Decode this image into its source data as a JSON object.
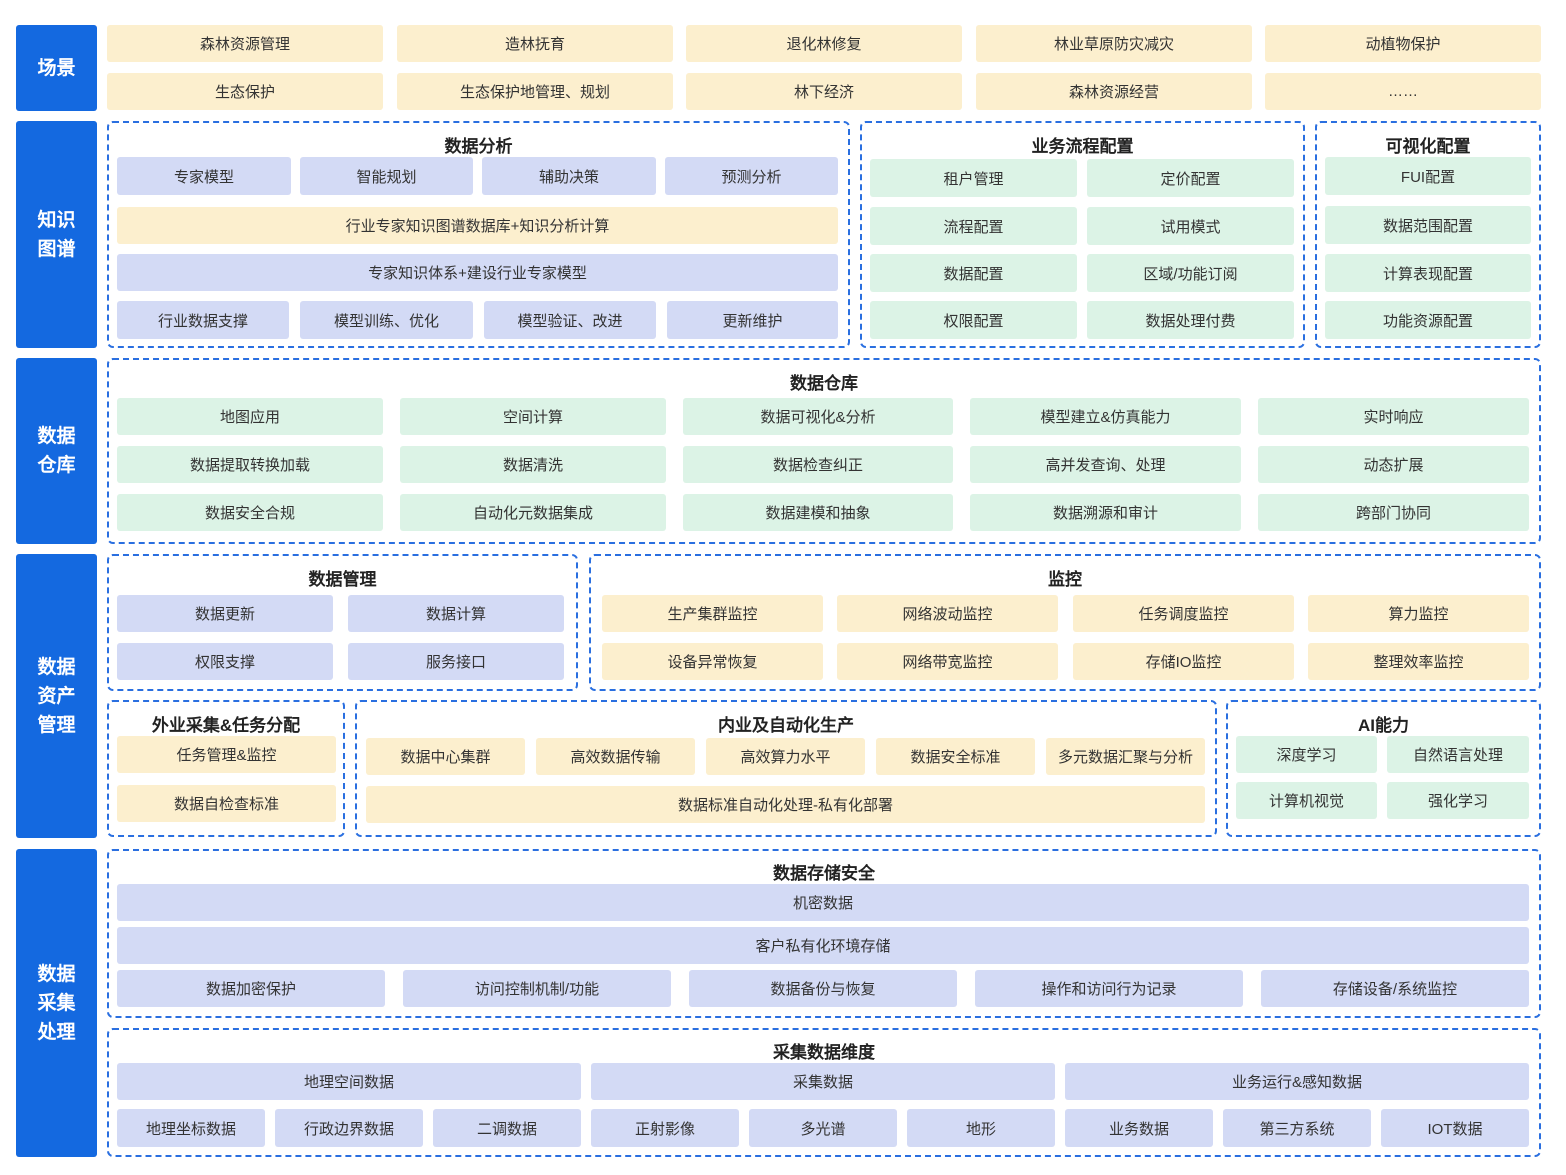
{
  "layers": [
    {
      "key": "scene",
      "label": "场景"
    },
    {
      "key": "knowledge",
      "label": "知识\n图谱"
    },
    {
      "key": "warehouse",
      "label": "数据\n仓库"
    },
    {
      "key": "asset",
      "label": "数据\n资产\n管理"
    },
    {
      "key": "collect",
      "label": "数据\n采集\n处理"
    }
  ],
  "scene": {
    "row1": [
      "森林资源管理",
      "造林抚育",
      "退化林修复",
      "林业草原防灾减灾",
      "动植物保护"
    ],
    "row2": [
      "生态保护",
      "生态保护地管理、规划",
      "林下经济",
      "森林资源经营",
      "……"
    ]
  },
  "knowledge": {
    "analysis": {
      "title": "数据分析",
      "row1": [
        "专家模型",
        "智能规划",
        "辅助决策",
        "预测分析"
      ],
      "row2": "行业专家知识图谱数据库+知识分析计算",
      "row3": "专家知识体系+建设行业专家模型",
      "row4": [
        "行业数据支撑",
        "模型训练、优化",
        "模型验证、改进",
        "更新维护"
      ]
    },
    "process": {
      "title": "业务流程配置",
      "items": [
        "租户管理",
        "定价配置",
        "流程配置",
        "试用模式",
        "数据配置",
        "区域/功能订阅",
        "权限配置",
        "数据处理付费"
      ]
    },
    "visual": {
      "title": "可视化配置",
      "items": [
        "FUI配置",
        "数据范围配置",
        "计算表现配置",
        "功能资源配置"
      ]
    }
  },
  "warehouse": {
    "title": "数据仓库",
    "rows": [
      [
        "地图应用",
        "空间计算",
        "数据可视化&分析",
        "模型建立&仿真能力",
        "实时响应"
      ],
      [
        "数据提取转换加载",
        "数据清洗",
        "数据检查纠正",
        "高并发查询、处理",
        "动态扩展"
      ],
      [
        "数据安全合规",
        "自动化元数据集成",
        "数据建模和抽象",
        "数据溯源和审计",
        "跨部门协同"
      ]
    ]
  },
  "asset": {
    "management": {
      "title": "数据管理",
      "items": [
        "数据更新",
        "数据计算",
        "权限支撑",
        "服务接口"
      ]
    },
    "monitor": {
      "title": "监控",
      "row1": [
        "生产集群监控",
        "网络波动监控",
        "任务调度监控",
        "算力监控"
      ],
      "row2": [
        "设备异常恢复",
        "网络带宽监控",
        "存储IO监控",
        "整理效率监控"
      ]
    },
    "field": {
      "title": "外业采集&任务分配",
      "items": [
        "任务管理&监控",
        "数据自检查标准"
      ]
    },
    "internal": {
      "title": "内业及自动化生产",
      "row1": [
        "数据中心集群",
        "高效数据传输",
        "高效算力水平",
        "数据安全标准",
        "多元数据汇聚与分析"
      ],
      "row2": "数据标准自动化处理-私有化部署"
    },
    "ai": {
      "title": "AI能力",
      "items": [
        "深度学习",
        "自然语言处理",
        "计算机视觉",
        "强化学习"
      ]
    }
  },
  "collect": {
    "storage": {
      "title": "数据存储安全",
      "row1": "机密数据",
      "row2": "客户私有化环境存储",
      "row3": [
        "数据加密保护",
        "访问控制机制/功能",
        "数据备份与恢复",
        "操作和访问行为记录",
        "存储设备/系统监控"
      ]
    },
    "dimension": {
      "title": "采集数据维度",
      "groups": [
        "地理空间数据",
        "采集数据",
        "业务运行&感知数据"
      ],
      "items": [
        "地理坐标数据",
        "行政边界数据",
        "二调数据",
        "正射影像",
        "多光谱",
        "地形",
        "业务数据",
        "第三方系统",
        "IOT数据"
      ]
    }
  }
}
